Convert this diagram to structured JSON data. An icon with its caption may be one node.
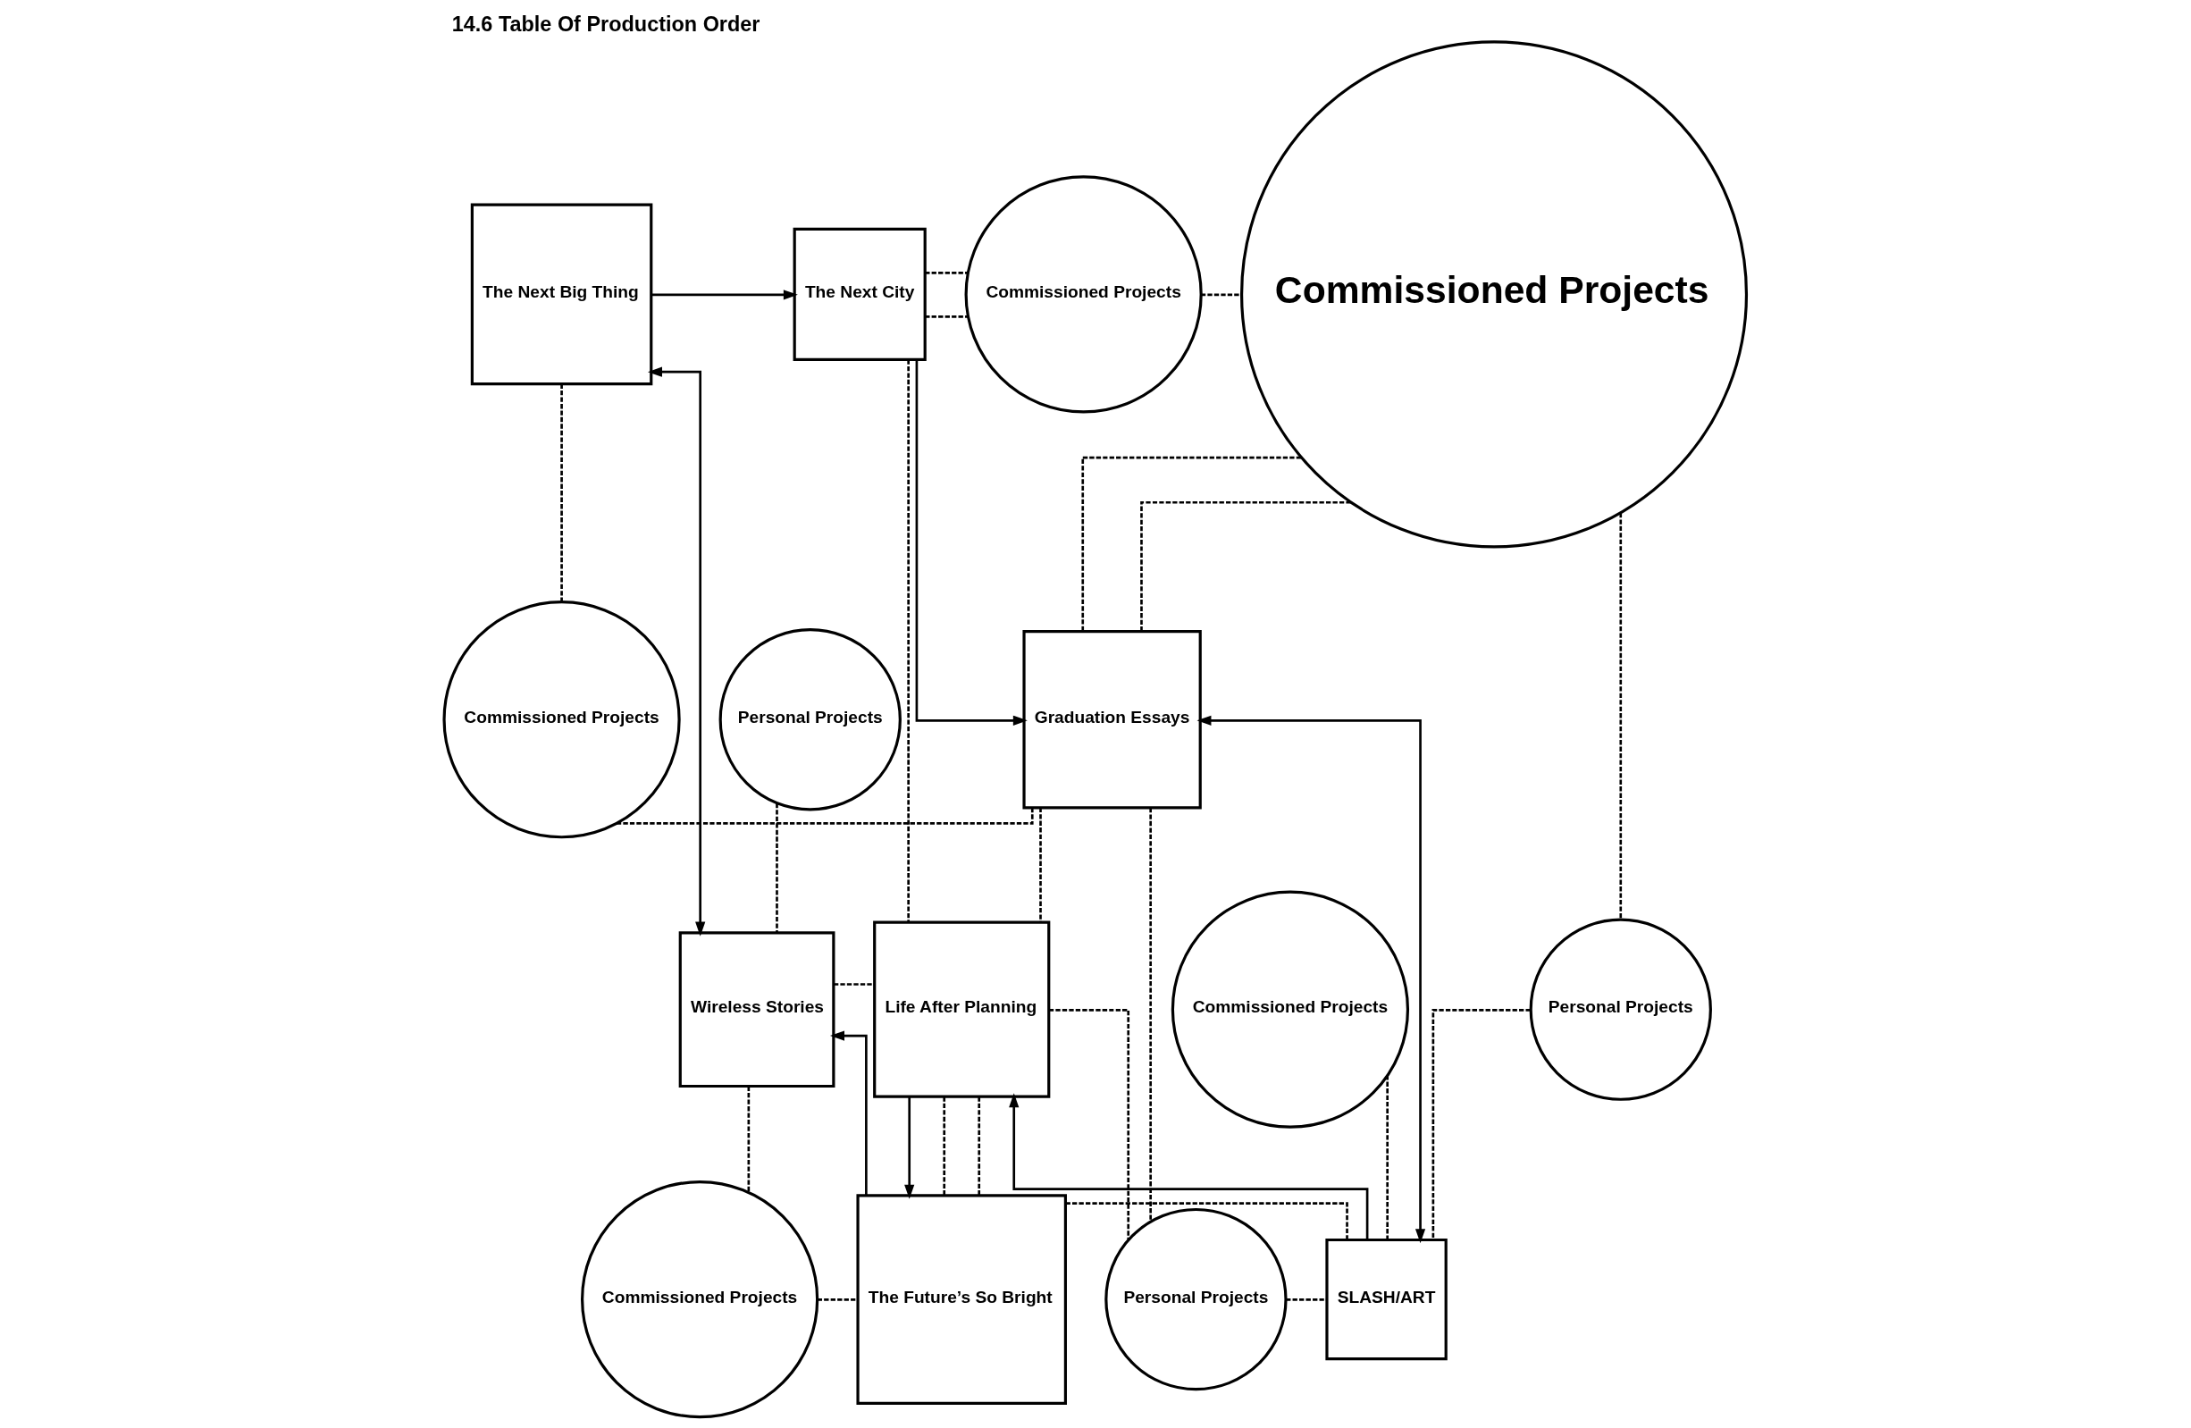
{
  "diagram": {
    "title": "14.6 Table Of Production Order",
    "nodes": [
      {
        "text": [
          "The Next City"
        ]
      },
      {
        "text": [
          "Commissioned Projects"
        ]
      },
      {
        "text": [
          "Commissioned Projects"
        ]
      },
      {
        "text": [
          "The Next Big Thing"
        ]
      },
      {
        "text": [
          "Commissioned Projects"
        ]
      },
      {
        "text": [
          "Personal Projects"
        ]
      },
      {
        "text": [
          "Graduation Essays"
        ]
      },
      {
        "text": [
          "Life After Planning"
        ]
      },
      {
        "text": [
          "Wireless Stories"
        ]
      },
      {
        "text": [
          "Commissioned Projects"
        ]
      },
      {
        "text": [
          "Personal Projects"
        ]
      },
      {
        "text": [
          "Personal Projects"
        ]
      },
      {
        "text": [
          "Commissioned Projects"
        ]
      },
      {
        "text": [
          "The Future’s So Bright"
        ]
      },
      {
        "text": [
          "SLASH/ART"
        ]
      }
    ],
    "edges": [
      {
        "from": 3,
        "to": 0,
        "arrow": "to"
      },
      {
        "from": 0,
        "to": 1,
        "arrow": "none",
        "style": "dashed"
      },
      {
        "from": 1,
        "to": 2,
        "arrow": "none",
        "style": "dashed"
      },
      {
        "from": 0,
        "to": 1,
        "arrow": "none",
        "style": "dashed"
      },
      {
        "from": 0,
        "to": 6,
        "arrow": "to"
      },
      {
        "from": 3,
        "to": 4,
        "arrow": "none",
        "style": "dashed"
      },
      {
        "from": 3,
        "to": 8,
        "arrow": "both"
      },
      {
        "from": 0,
        "to": 7,
        "arrow": "none",
        "style": "dashed"
      },
      {
        "from": 4,
        "to": 6,
        "arrow": "none",
        "style": "dashed"
      },
      {
        "from": 2,
        "to": 6,
        "arrow": "none",
        "style": "dashed"
      },
      {
        "from": 6,
        "to": 2,
        "arrow": "none",
        "style": "dashed"
      },
      {
        "from": 6,
        "to": 7,
        "arrow": "none",
        "style": "dashed"
      },
      {
        "from": 2,
        "to": 10,
        "arrow": "none",
        "style": "dashed"
      },
      {
        "from": 14,
        "to": 6,
        "arrow": "both"
      },
      {
        "from": 5,
        "to": 8,
        "arrow": "none",
        "style": "dashed"
      },
      {
        "from": 8,
        "to": 7,
        "arrow": "none",
        "style": "dashed"
      },
      {
        "from": 7,
        "to": 13,
        "arrow": "to"
      },
      {
        "from": 7,
        "to": 11,
        "arrow": "none",
        "style": "dashed"
      },
      {
        "from": 6,
        "to": 11,
        "arrow": "none",
        "style": "dashed"
      },
      {
        "from": 8,
        "to": 12,
        "arrow": "none",
        "style": "dashed"
      },
      {
        "from": 13,
        "to": 8,
        "arrow": "to"
      },
      {
        "from": 7,
        "to": 13,
        "arrow": "none",
        "style": "dashed"
      },
      {
        "from": 7,
        "to": 13,
        "arrow": "none",
        "style": "dashed"
      },
      {
        "from": 12,
        "to": 13,
        "arrow": "none",
        "style": "dashed"
      },
      {
        "from": 13,
        "to": 14,
        "arrow": "none",
        "style": "dashed"
      },
      {
        "from": 14,
        "to": 7,
        "arrow": "to"
      },
      {
        "from": 11,
        "to": 14,
        "arrow": "none",
        "style": "dashed"
      },
      {
        "from": 9,
        "to": 14,
        "arrow": "none",
        "style": "dashed"
      },
      {
        "from": 10,
        "to": 14,
        "arrow": "none",
        "style": "dashed"
      }
    ]
  }
}
